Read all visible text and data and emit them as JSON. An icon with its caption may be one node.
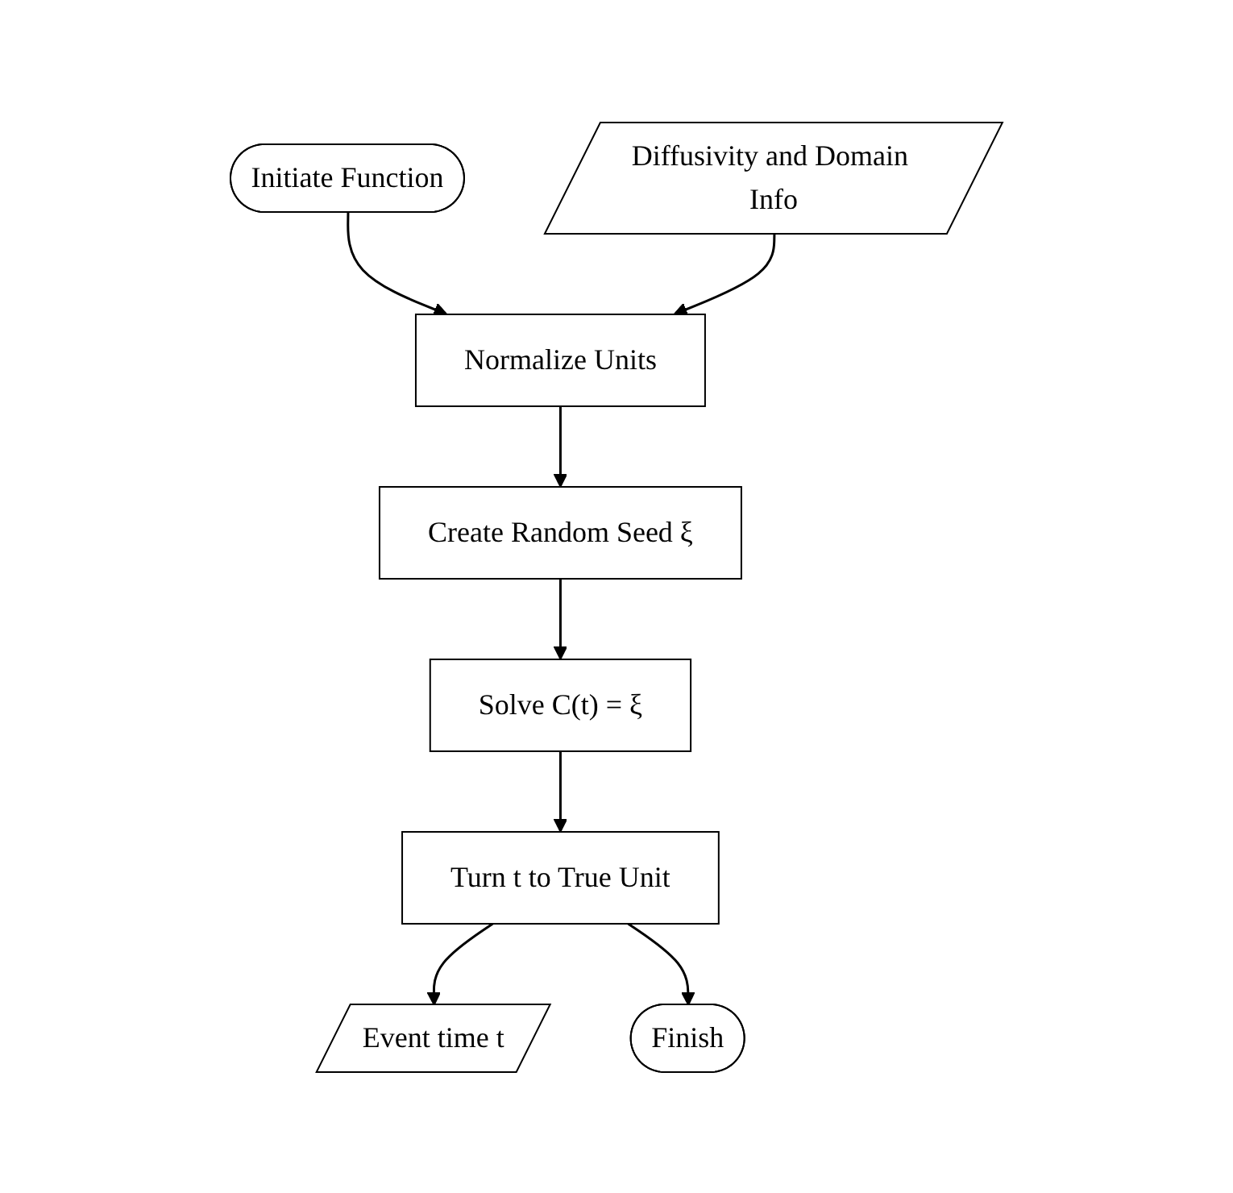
{
  "diagram": {
    "nodes": [
      {
        "text": [
          "Initiate Function"
        ]
      },
      {
        "text": [
          "Normalize Units"
        ]
      },
      {
        "text": [
          "Diffusivity and Domain Info"
        ]
      },
      {
        "text": [
          "Create Random Seed ξ"
        ]
      },
      {
        "text": [
          "Solve C(t) = ξ"
        ]
      },
      {
        "text": [
          "Turn t to True Unit"
        ]
      },
      {
        "text": [
          "Event time t"
        ]
      },
      {
        "text": [
          "Finish"
        ]
      }
    ],
    "edges": [
      {
        "from": 0,
        "to": 1,
        "arrow": "to"
      },
      {
        "from": 2,
        "to": 1,
        "arrow": "to"
      },
      {
        "from": 1,
        "to": 3,
        "arrow": "to"
      },
      {
        "from": 3,
        "to": 4,
        "arrow": "to"
      },
      {
        "from": 4,
        "to": 5,
        "arrow": "to"
      },
      {
        "from": 5,
        "to": 6,
        "arrow": "to"
      },
      {
        "from": 5,
        "to": 7,
        "arrow": "to"
      }
    ]
  }
}
